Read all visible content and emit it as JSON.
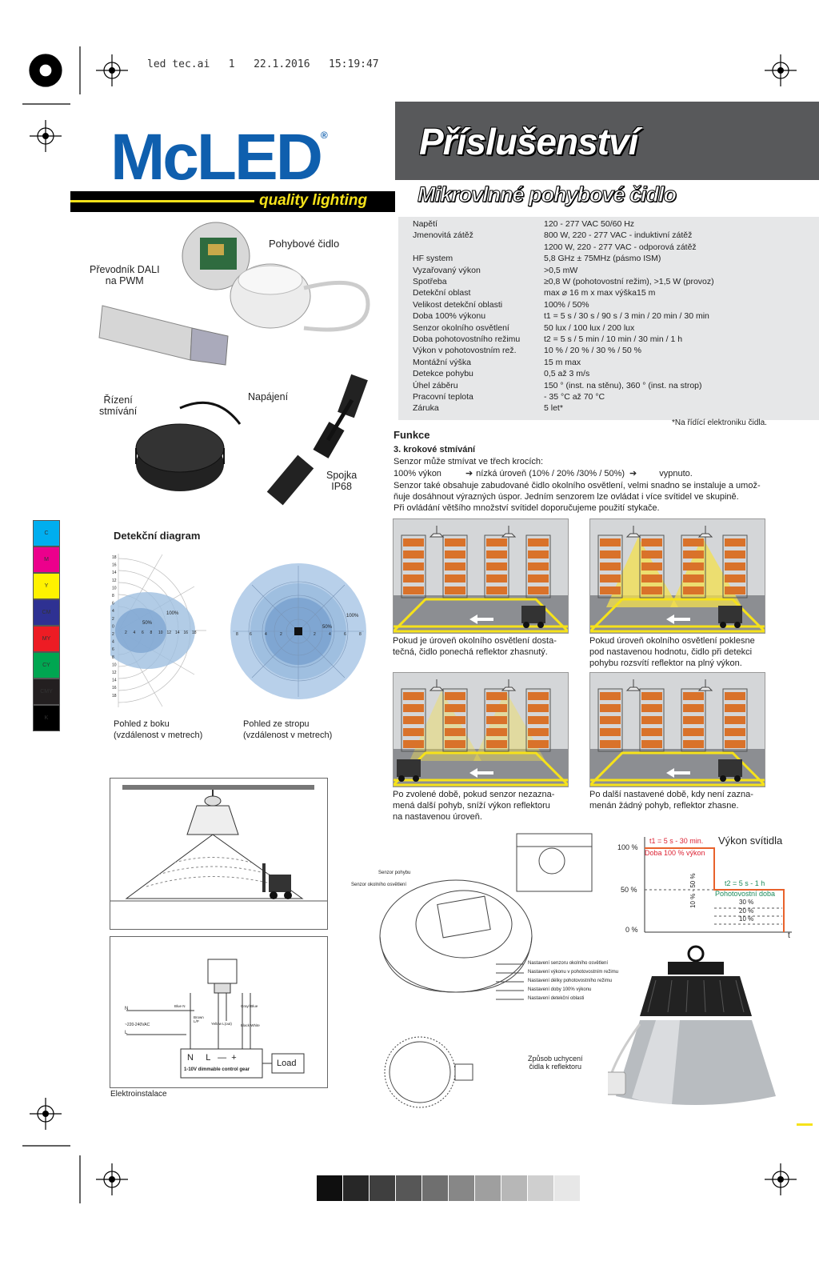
{
  "print_header": {
    "file": "led tec.ai",
    "page": "1",
    "date": "22.1.2016",
    "time": "15:19:47"
  },
  "brand": {
    "logo": "McLED",
    "registered": "®",
    "tagline": "quality lighting",
    "color": "#0f5fae",
    "tagline_color": "#f6e21a"
  },
  "title": "Příslušenství",
  "subtitle": "Mikrovlnné pohybové čidlo",
  "product_labels": {
    "sensor": "Pohybové čidlo",
    "dali": "Převodník DALI\nna PWM",
    "dimming": "Řízení\nstmívání",
    "power": "Napájení",
    "connector": "Spojka\nIP68"
  },
  "specs": [
    {
      "label": "Napětí",
      "value": "120 - 277 VAC 50/60 Hz"
    },
    {
      "label": "Jmenovitá zátěž",
      "value": "800 W, 220 - 277 VAC - induktivní zátěž"
    },
    {
      "label": "",
      "value": "1200 W, 220 - 277 VAC - odporová zátěž"
    },
    {
      "label": "HF system",
      "value": "5,8 GHz ± 75MHz (pásmo ISM)"
    },
    {
      "label": "Vyzařovaný výkon",
      "value": ">0,5 mW"
    },
    {
      "label": "Spotřeba",
      "value": "≥0,8 W (pohotovostní režim), >1,5 W (provoz)"
    },
    {
      "label": "Detekční oblast",
      "value": "max ⌀ 16 m x max výška15 m"
    },
    {
      "label": "Velikost detekční oblasti",
      "value": "100% / 50%"
    },
    {
      "label": "Doba 100% výkonu",
      "value": "t1 = 5 s / 30 s / 90 s / 3 min / 20 min / 30 min"
    },
    {
      "label": "Senzor okolního osvětlení",
      "value": "50 lux / 100 lux / 200 lux"
    },
    {
      "label": "Doba pohotovostního režimu",
      "value": "t2 = 5 s / 5 min / 10 min / 30 min / 1 h"
    },
    {
      "label": "Výkon v pohotovostním rež.",
      "value": "10 % / 20 % / 30 % / 50 %"
    },
    {
      "label": "Montážní výška",
      "value": "15 m max"
    },
    {
      "label": "Detekce pohybu",
      "value": "0,5 až 3 m/s"
    },
    {
      "label": "Úhel záběru",
      "value": "150 ° (inst. na stěnu), 360 ° (inst. na strop)"
    },
    {
      "label": "Pracovní teplota",
      "value": "- 35 °C až 70 °C"
    },
    {
      "label": "Záruka",
      "value": "5 let*"
    }
  ],
  "footnote": "*Na řídící elektroniku čidla.",
  "function": {
    "heading": "Funkce",
    "subheading": "3. krokové stmívání",
    "line1": "Senzor může stmívat ve třech krocích:",
    "line2a": "100% výkon",
    "line2b": "nízká úroveň (10% / 20% /30% / 50%)",
    "line2c": "vypnuto.",
    "para1": "Senzor také obsahuje zabudované čidlo okolního osvětlení, velmi snadno se instaluje a umož-",
    "para2": "ňuje dosáhnout výrazných úspor. Jedním senzorem lze ovládat i více svítidel ve skupině.",
    "para3": "Při ovládání většího množství svítidel doporučujeme použití stykače."
  },
  "scenes": [
    {
      "caption1": "Pokud je úroveň okolního osvětlení dosta-",
      "caption2": "tečná, čidlo ponechá reflektor zhasnutý.",
      "caption3": ""
    },
    {
      "caption1": "Pokud úroveň okolního osvětlení poklesne",
      "caption2": "pod nastavenou hodnotu, čidlo při detekci",
      "caption3": "pohybu rozsvítí reflektor na plný výkon."
    },
    {
      "caption1": "Po zvolené době, pokud senzor nezazna-",
      "caption2": "mená další pohyb, sníží výkon reflektoru",
      "caption3": "na nastavenou úroveň."
    },
    {
      "caption1": "Po další nastavené době, kdy není zazna-",
      "caption2": "menán žádný pohyb, reflektor zhasne.",
      "caption3": ""
    }
  ],
  "detection": {
    "heading": "Detekční diagram",
    "side_caption1": "Pohled z boku",
    "side_caption2": "(vzdálenost v metrech)",
    "top_caption1": "Pohled ze stropu",
    "top_caption2": "(vzdálenost v metrech)",
    "pct100": "100%",
    "pct50": "50%",
    "side_ticks": [
      "18",
      "16",
      "14",
      "12",
      "10",
      "8",
      "6",
      "4",
      "2",
      "0",
      "2",
      "4",
      "6",
      "8",
      "10",
      "12",
      "14",
      "16",
      "18"
    ],
    "side_xticks": [
      "2",
      "4",
      "6",
      "8",
      "10",
      "12",
      "14",
      "16",
      "18"
    ],
    "top_ticks": [
      "8",
      "6",
      "4",
      "2",
      "2",
      "4",
      "6",
      "8"
    ]
  },
  "power_chart": {
    "title": "Výkon svítidla",
    "y100": "100 %",
    "y50": "50 %",
    "y0": "0 %",
    "t1": "t1 = 5 s - 30 min.",
    "full": "Doba 100 % výkon",
    "t2": "t2 = 5 s - 1 h",
    "standby": "Pohotovostní doba",
    "p30": "30 %",
    "p20": "20 %",
    "p10": "10 %",
    "yrange": "10 % - 50 %",
    "t": "t"
  },
  "sensor_drawing": {
    "motion": "Senzor pohybu",
    "ambient": "Senzor okolního osvětlení",
    "n1": "Nastavení senzoru okolního osvětlení",
    "n2": "Nastavení výkonu v pohotovostním režimu",
    "n3": "Nastavení délky pohotovostního režimu",
    "n4": "Nastavení doby 100% výkonu",
    "n5": "Nastavení detekční oblasti",
    "mount1": "Způsob uchycení",
    "mount2": "čidla k reflektoru"
  },
  "wiring": {
    "caption": "Elektroinstalace",
    "gear": "1-10V dimmable control gear",
    "load": "Load",
    "terminals": "N     L   —  +",
    "n": "N",
    "l": "L",
    "mains": "~220-240VAC",
    "blue": "Blue N",
    "brown": "Brown L/P",
    "yellow": "Yellow L(out)",
    "grey": "Gray/ Blue",
    "blackwhite": "Black White"
  },
  "color_bar": [
    "C",
    "M",
    "Y",
    "CM",
    "MY",
    "CY",
    "CMY",
    "K"
  ]
}
